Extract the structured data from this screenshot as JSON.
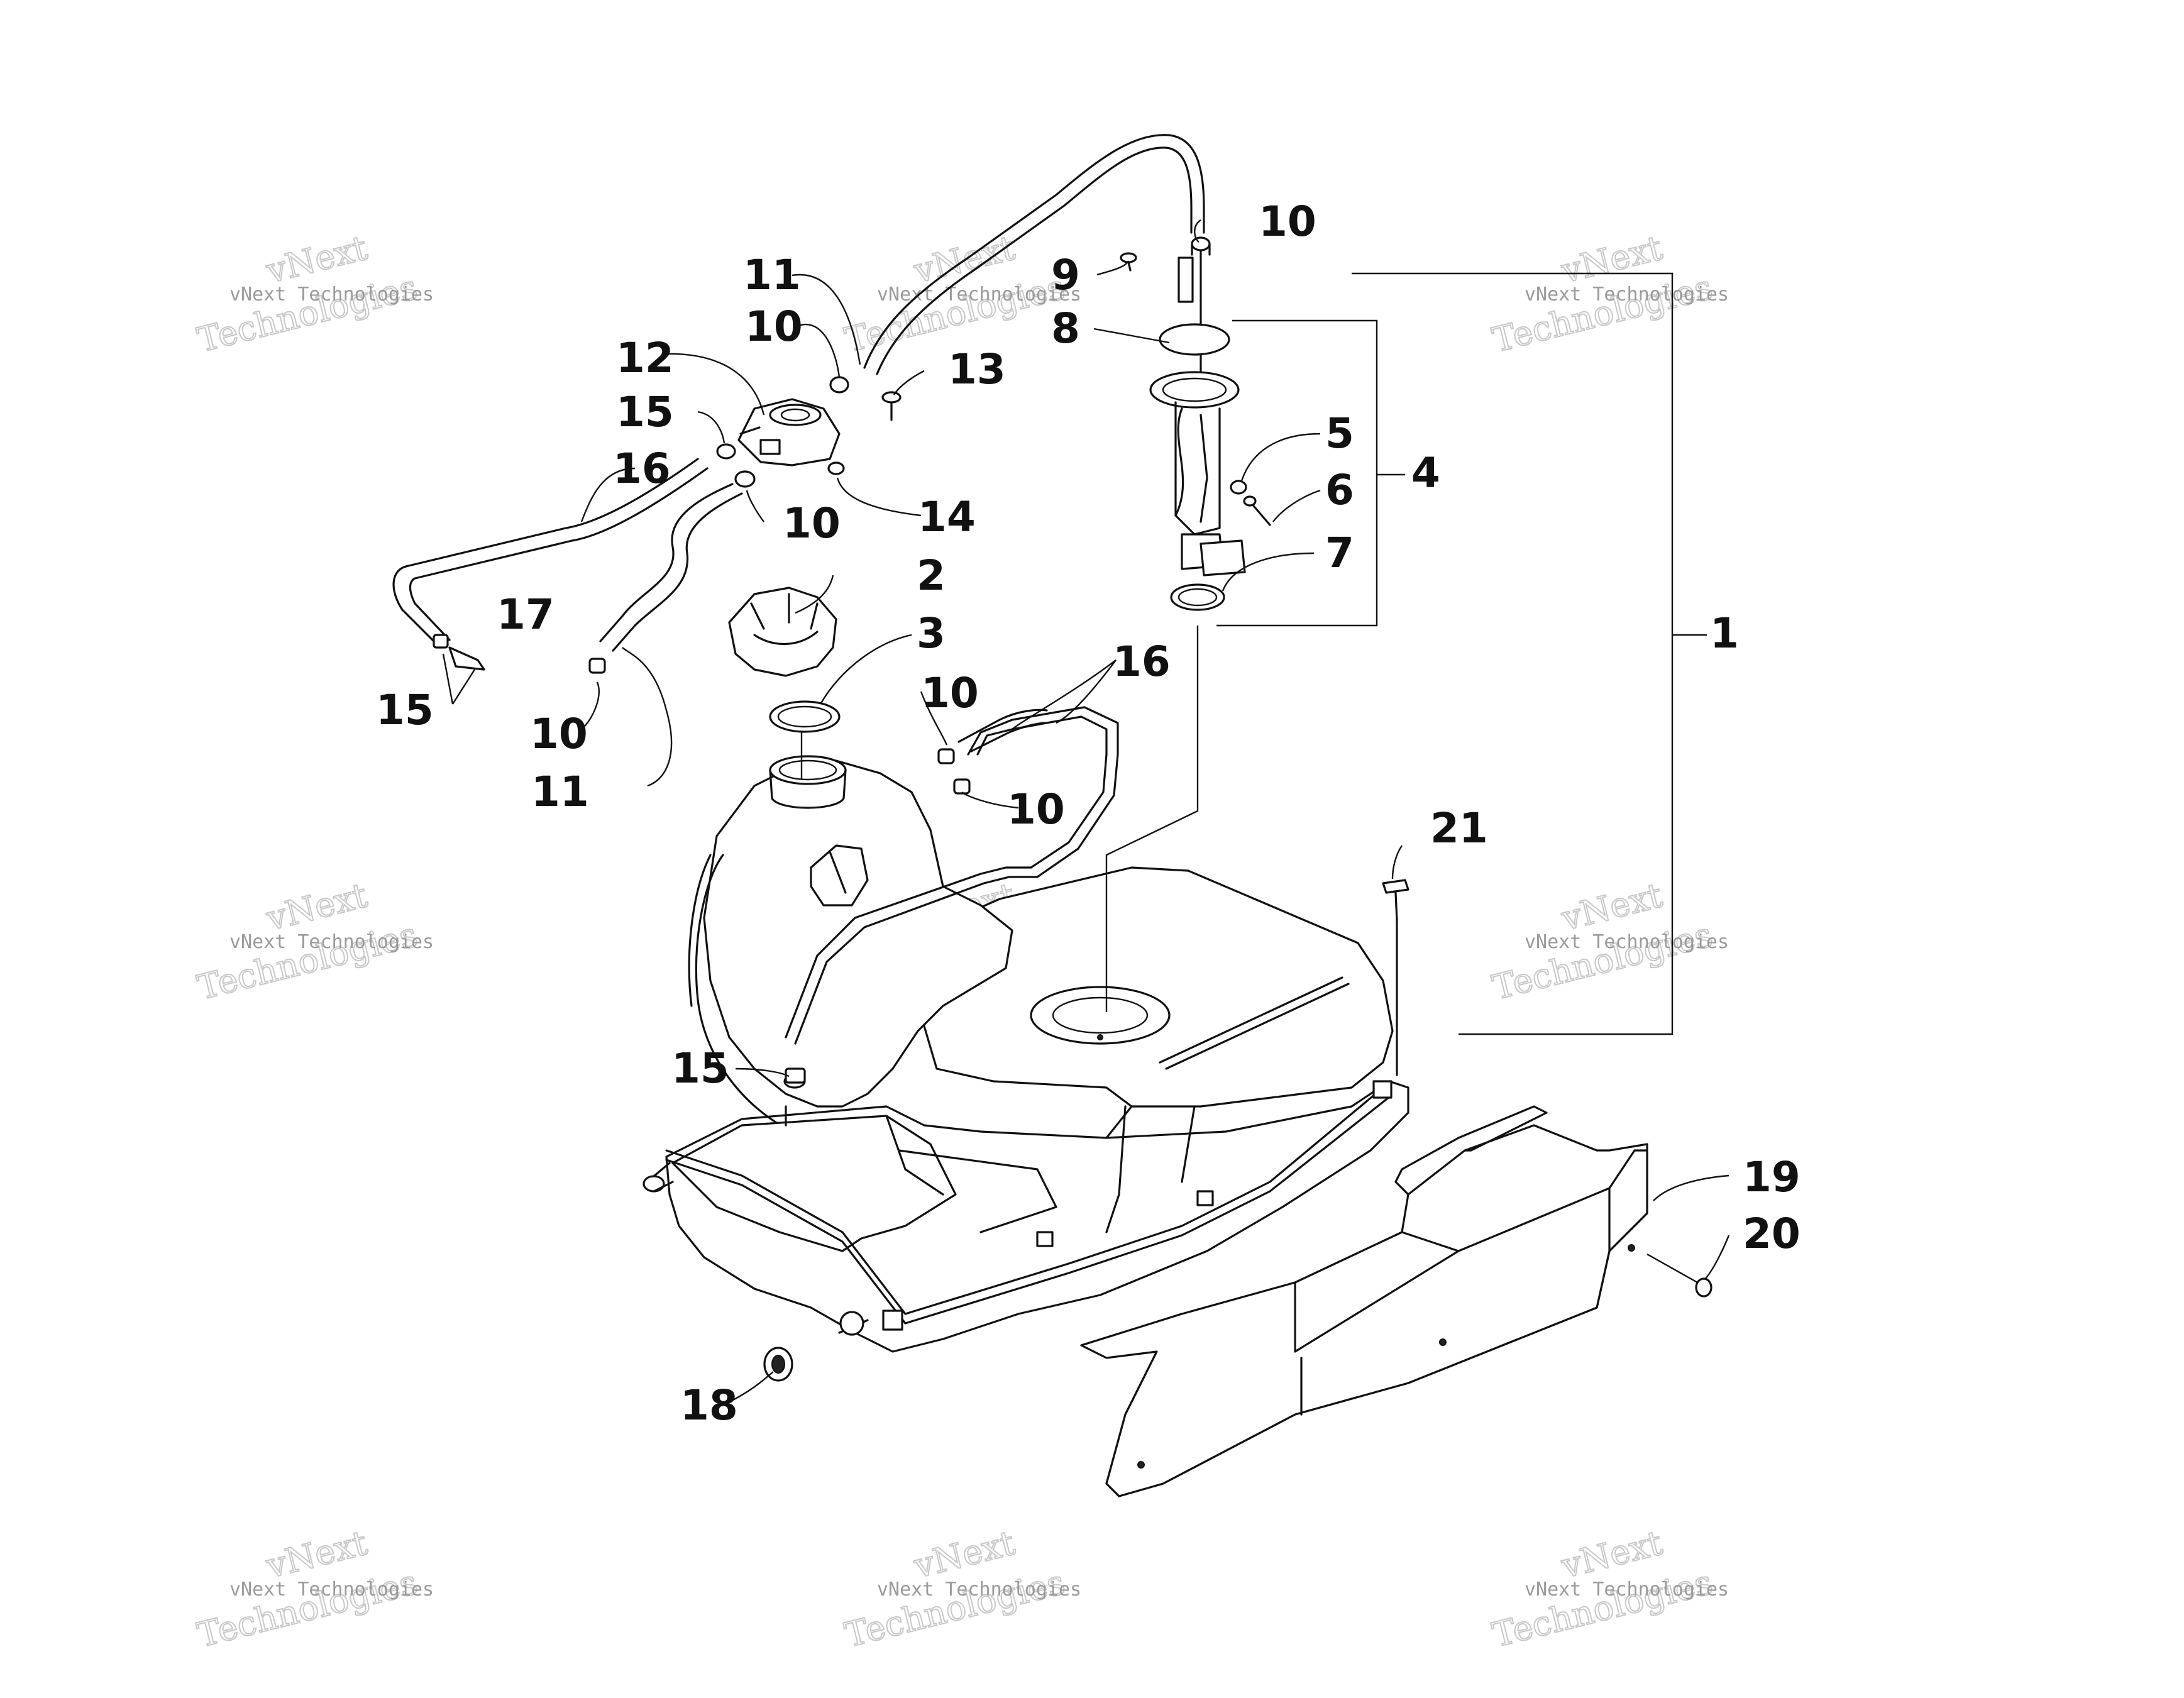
{
  "callouts": [
    {
      "id": "c1",
      "label": "1"
    },
    {
      "id": "c2",
      "label": "2"
    },
    {
      "id": "c3",
      "label": "3"
    },
    {
      "id": "c4",
      "label": "4"
    },
    {
      "id": "c5",
      "label": "5"
    },
    {
      "id": "c6",
      "label": "6"
    },
    {
      "id": "c7",
      "label": "7"
    },
    {
      "id": "c8",
      "label": "8"
    },
    {
      "id": "c9",
      "label": "9"
    },
    {
      "id": "c10a",
      "label": "10"
    },
    {
      "id": "c10b",
      "label": "10"
    },
    {
      "id": "c10c",
      "label": "10"
    },
    {
      "id": "c10d",
      "label": "10"
    },
    {
      "id": "c10e",
      "label": "10"
    },
    {
      "id": "c10f",
      "label": "10"
    },
    {
      "id": "c11a",
      "label": "11"
    },
    {
      "id": "c11b",
      "label": "11"
    },
    {
      "id": "c12",
      "label": "12"
    },
    {
      "id": "c13",
      "label": "13"
    },
    {
      "id": "c14",
      "label": "14"
    },
    {
      "id": "c15a",
      "label": "15"
    },
    {
      "id": "c15b",
      "label": "15"
    },
    {
      "id": "c15c",
      "label": "15"
    },
    {
      "id": "c16a",
      "label": "16"
    },
    {
      "id": "c16b",
      "label": "16"
    },
    {
      "id": "c17",
      "label": "17"
    },
    {
      "id": "c18",
      "label": "18"
    },
    {
      "id": "c19",
      "label": "19"
    },
    {
      "id": "c20",
      "label": "20"
    },
    {
      "id": "c21",
      "label": "21"
    }
  ],
  "watermark": {
    "line1": "vNext Technologies",
    "word_vnext": "vNext",
    "word_tech": "Technologies"
  }
}
